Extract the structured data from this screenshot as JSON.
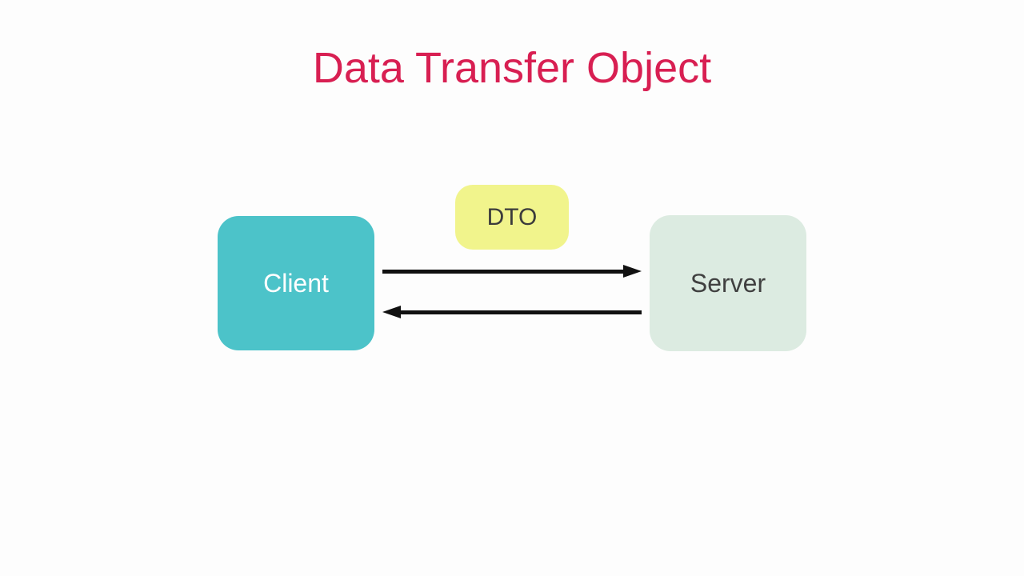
{
  "page": {
    "background": "#fdfdfd"
  },
  "title": {
    "text": "Data Transfer Object",
    "color": "#d81f52"
  },
  "diagram": {
    "nodes": {
      "client": {
        "label": "Client",
        "fill": "#4cc3c9",
        "text_color": "#ffffff"
      },
      "dto": {
        "label": "DTO",
        "fill": "#f1f48c",
        "text_color": "#3c3c3c"
      },
      "server": {
        "label": "Server",
        "fill": "#dcebe1",
        "text_color": "#404040"
      }
    },
    "arrows": [
      {
        "name": "client-to-server",
        "from": "Client",
        "to": "Server",
        "direction": "right",
        "color": "#111111"
      },
      {
        "name": "server-to-client",
        "from": "Server",
        "to": "Client",
        "direction": "left",
        "color": "#111111"
      }
    ]
  }
}
